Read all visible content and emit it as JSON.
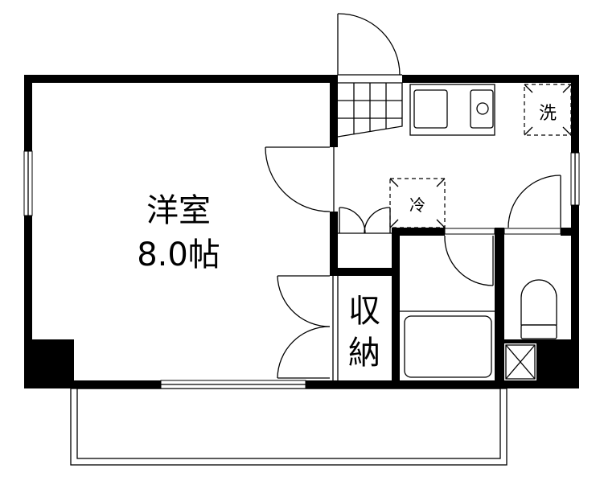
{
  "plan": {
    "rooms": {
      "western_room": {
        "name": "洋室",
        "size": "8.0帖"
      },
      "storage": {
        "name_line1": "収",
        "name_line2": "納"
      }
    },
    "fixtures": {
      "washer": "洗",
      "fridge": "冷"
    }
  }
}
